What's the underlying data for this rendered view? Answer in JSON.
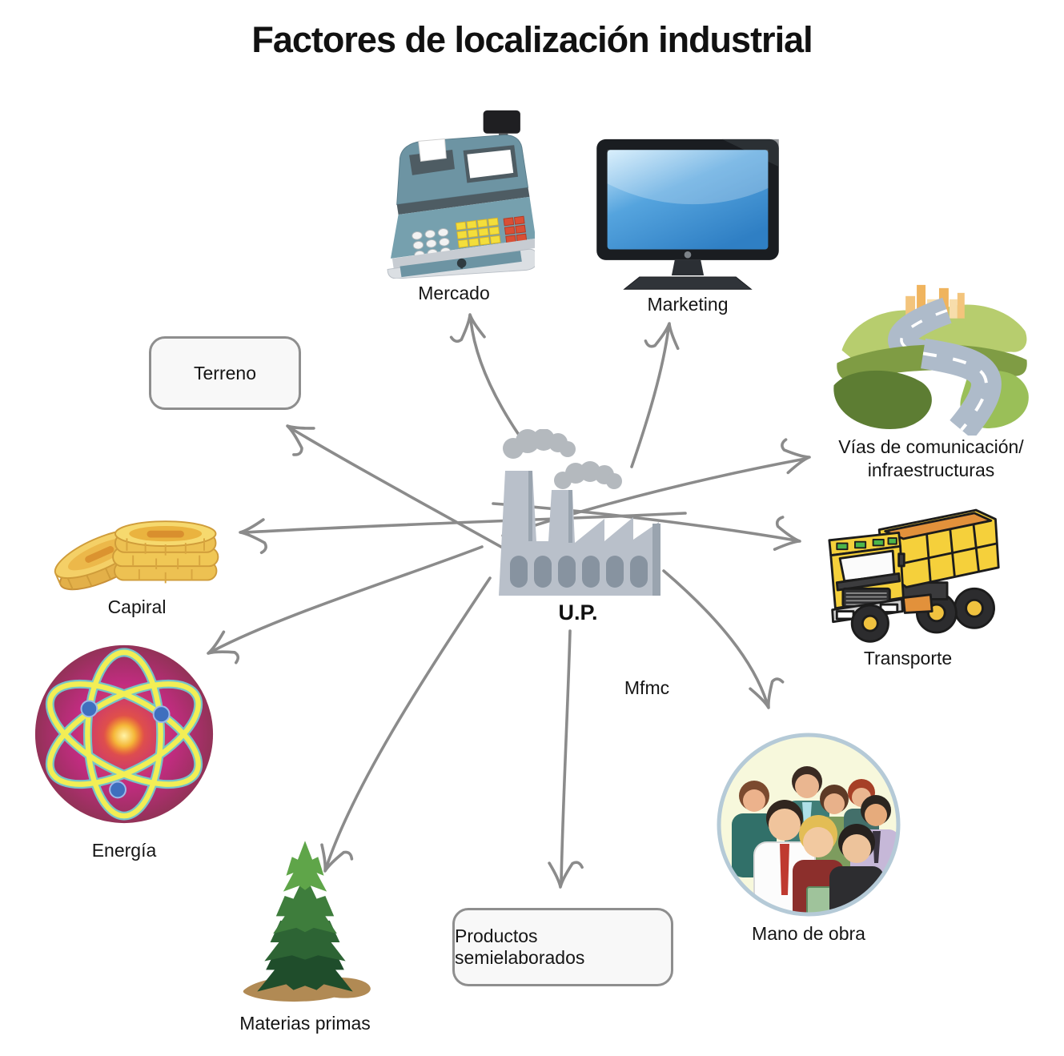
{
  "title": "Factores de localización industrial",
  "center": {
    "label": "U.P."
  },
  "floating_label": "Mfmc",
  "nodes": {
    "mercado": {
      "label": "Mercado"
    },
    "marketing": {
      "label": "Marketing"
    },
    "vias": {
      "label_line1": "Vías de comunicación/",
      "label_line2": "infraestructuras"
    },
    "terreno": {
      "label": "Terreno"
    },
    "capiral": {
      "label": "Capiral"
    },
    "transporte": {
      "label": "Transporte"
    },
    "energia": {
      "label": "Energía"
    },
    "mano_de_obra": {
      "label": "Mano de obra"
    },
    "materias_primas": {
      "label": "Materias primas"
    },
    "productos": {
      "label": "Productos semielaborados"
    }
  },
  "colors": {
    "arrow": "#8b8b8b",
    "title_text": "#111111",
    "box_fill": "#f8f8f8",
    "box_border": "#8e8e8e",
    "factory_body": "#b9c0ca",
    "truck_yellow": "#f5d03b",
    "coin_gold": "#f0c755",
    "atom_maroon": "#7a3340",
    "tv_screen_blue": "#3d92d4"
  }
}
